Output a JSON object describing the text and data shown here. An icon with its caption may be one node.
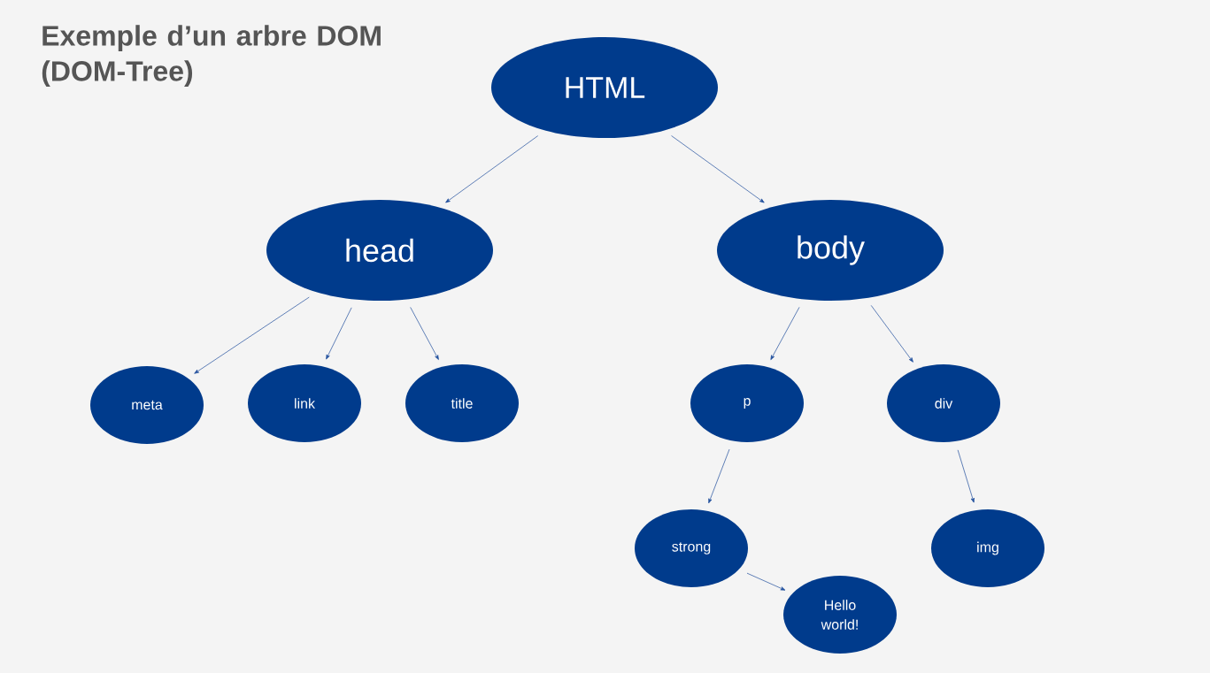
{
  "diagram": {
    "title": "Exemple d’un arbre DOM (DOM-Tree)",
    "nodes": [
      {
        "text": [
          "HTML"
        ]
      },
      {
        "text": [
          "head"
        ]
      },
      {
        "text": [
          "body"
        ]
      },
      {
        "text": [
          "meta"
        ]
      },
      {
        "text": [
          "link"
        ]
      },
      {
        "text": [
          "title"
        ]
      },
      {
        "text": [
          "p"
        ]
      },
      {
        "text": [
          "div"
        ]
      },
      {
        "text": [
          "strong"
        ]
      },
      {
        "text": [
          "Hello world!"
        ]
      },
      {
        "text": [
          "img"
        ]
      }
    ],
    "edges": [
      {
        "from": 0,
        "to": 1,
        "arrow": "to"
      },
      {
        "from": 0,
        "to": 2,
        "arrow": "to"
      },
      {
        "from": 1,
        "to": 3,
        "arrow": "to"
      },
      {
        "from": 1,
        "to": 4,
        "arrow": "to"
      },
      {
        "from": 1,
        "to": 5,
        "arrow": "to"
      },
      {
        "from": 2,
        "to": 6,
        "arrow": "to"
      },
      {
        "from": 2,
        "to": 7,
        "arrow": "to"
      },
      {
        "from": 6,
        "to": 8,
        "arrow": "to"
      },
      {
        "from": 8,
        "to": 9,
        "arrow": "to"
      },
      {
        "from": 7,
        "to": 10,
        "arrow": "to"
      }
    ]
  }
}
